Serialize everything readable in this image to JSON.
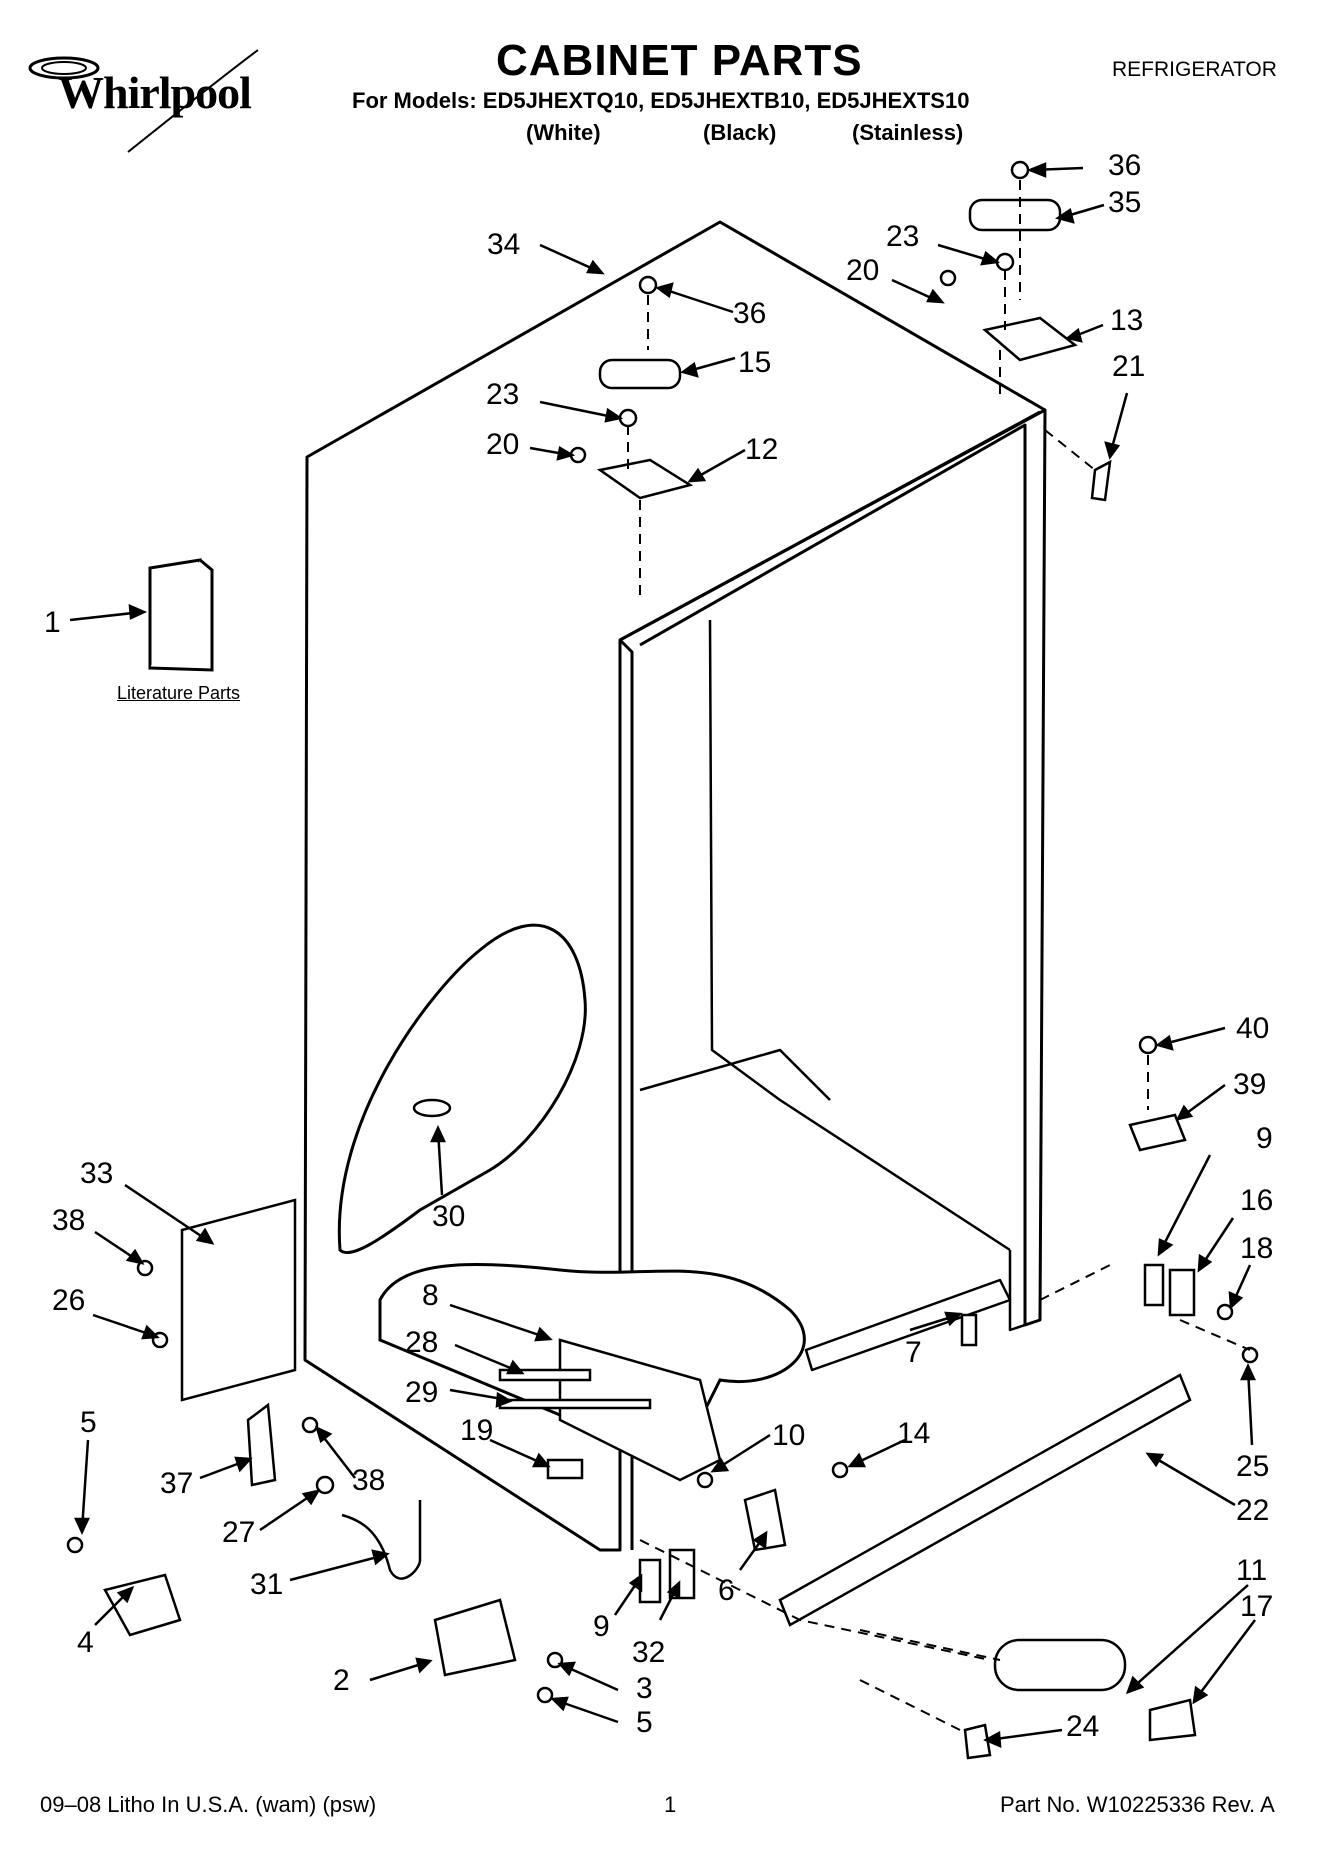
{
  "header": {
    "brand": "Whirlpool",
    "title": "CABINET PARTS",
    "appliance": "REFRIGERATOR",
    "models_line": "For Models: ED5JHEXTQ10, ED5JHEXTB10, ED5JHEXTS10",
    "finishes": [
      "(White)",
      "(Black)",
      "(Stainless)"
    ]
  },
  "labels": {
    "literature": "Literature Parts",
    "callouts": [
      "36",
      "35",
      "23",
      "20",
      "13",
      "21",
      "34",
      "36",
      "15",
      "23",
      "12",
      "20",
      "1",
      "40",
      "39",
      "9",
      "16",
      "18",
      "33",
      "38",
      "30",
      "26",
      "8",
      "28",
      "7",
      "29",
      "25",
      "5",
      "19",
      "10",
      "14",
      "37",
      "38",
      "22",
      "27",
      "11",
      "17",
      "31",
      "6",
      "4",
      "9",
      "32",
      "2",
      "3",
      "5",
      "24"
    ]
  },
  "footer": {
    "left": "09–08 Litho In U.S.A. (wam) (psw)",
    "page": "1",
    "part": "Part No. W10225336 Rev. A"
  }
}
